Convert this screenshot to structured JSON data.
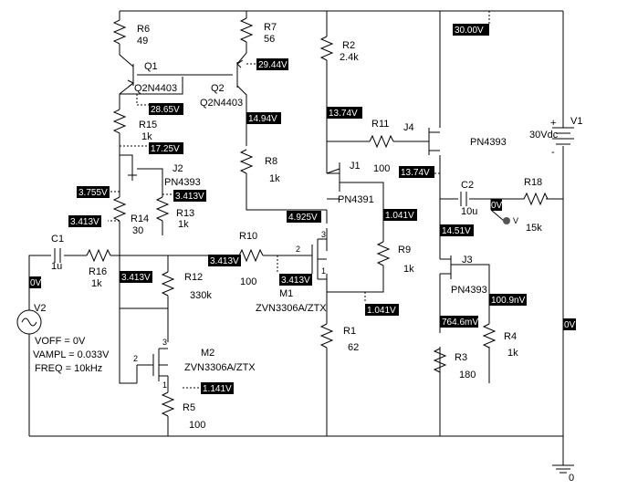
{
  "components": {
    "R6": {
      "name": "R6",
      "value": "49"
    },
    "R7": {
      "name": "R7",
      "value": "56"
    },
    "R2": {
      "name": "R2",
      "value": "2.4k"
    },
    "Q1": {
      "name": "Q1",
      "model": "Q2N4403"
    },
    "Q2": {
      "name": "Q2",
      "model": "Q2N4403"
    },
    "R15": {
      "name": "R15",
      "value": "1k"
    },
    "R8": {
      "name": "R8",
      "value": "1k"
    },
    "R11": {
      "name": "R11",
      "value": "100"
    },
    "J4": {
      "name": "J4",
      "model": "PN4393"
    },
    "J1": {
      "name": "J1",
      "model": "PN4391"
    },
    "J2": {
      "name": "J2",
      "model": "PN4393"
    },
    "R13": {
      "name": "R13",
      "value": "1k"
    },
    "R14": {
      "name": "R14",
      "value": "30"
    },
    "R10": {
      "name": "R10",
      "value": "100"
    },
    "R12": {
      "name": "R12",
      "value": "330k"
    },
    "R16": {
      "name": "R16",
      "value": "1k"
    },
    "C1": {
      "name": "C1",
      "value": "1u"
    },
    "C2": {
      "name": "C2",
      "value": "10u"
    },
    "R18": {
      "name": "R18",
      "value": "15k"
    },
    "R9": {
      "name": "R9",
      "value": "1k"
    },
    "M1": {
      "name": "M1",
      "model": "ZVN3306A/ZTX"
    },
    "M2": {
      "name": "M2",
      "model": "ZVN3306A/ZTX"
    },
    "R1": {
      "name": "R1",
      "value": "62"
    },
    "R5": {
      "name": "R5",
      "value": "100"
    },
    "J3": {
      "name": "J3",
      "model": "PN4393"
    },
    "R3": {
      "name": "R3",
      "value": "180"
    },
    "R4": {
      "name": "R4",
      "value": "1k"
    },
    "V1": {
      "name": "V1",
      "value": "30Vdc"
    },
    "V2": {
      "name": "V2",
      "voff": "VOFF = 0V",
      "vampl": "VAMPL = 0.033V",
      "freq": "FREQ = 10kHz"
    }
  },
  "ground_label": "0",
  "pins": {
    "one": "1",
    "two": "2",
    "three": "3"
  },
  "probes": [
    "30.00V",
    "29.44V",
    "28.65V",
    "17.25V",
    "14.94V",
    "13.74V",
    "13.74V",
    "3.755V",
    "3.413V",
    "3.413V",
    "4.925V",
    "1.041V",
    "3.413V",
    "3.413V",
    "3.413V",
    "1.041V",
    "0V",
    "0V",
    "14.51V",
    "100.9nV",
    "764.6mV",
    "0V",
    "1.141V"
  ],
  "colors": {
    "wire": "#000000",
    "probe_bg": "#000000",
    "probe_text": "#ffffff",
    "output_marker": "#555555"
  }
}
